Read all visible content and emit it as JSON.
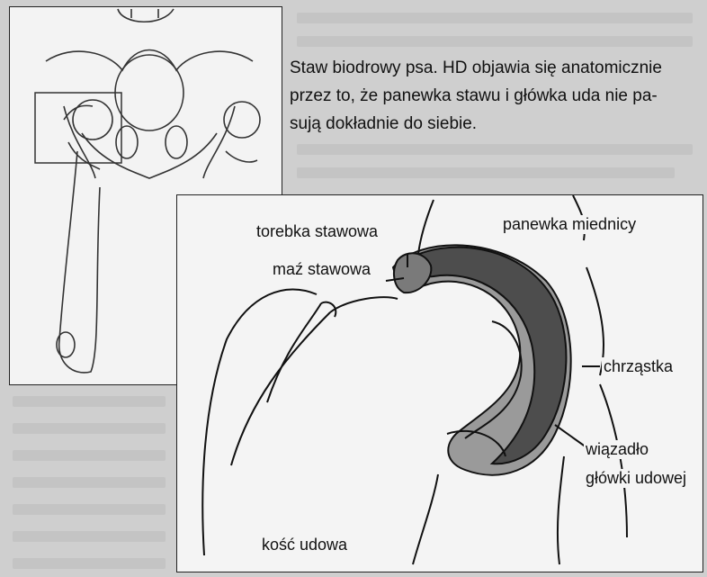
{
  "caption": {
    "line1": "Staw biodrowy psa. HD objawia się anatomicznie",
    "line2": "przez to, że panewka stawu i główka uda nie pa-",
    "line3": "sują dokładnie do siebie."
  },
  "labels": {
    "capsule": "torebka stawowa",
    "synovial": "maź stawowa",
    "acetabulum": "panewka miednicy",
    "cartilage": "chrząstka",
    "ligament_line1": "wiązadło",
    "ligament_line2": "główki udowej",
    "femur": "kość udowa"
  },
  "colors": {
    "ink": "#111111",
    "panel": "#f4f4f4",
    "bone_dark": "#4d4d4d",
    "cartilage_light": "#9a9a9a"
  }
}
